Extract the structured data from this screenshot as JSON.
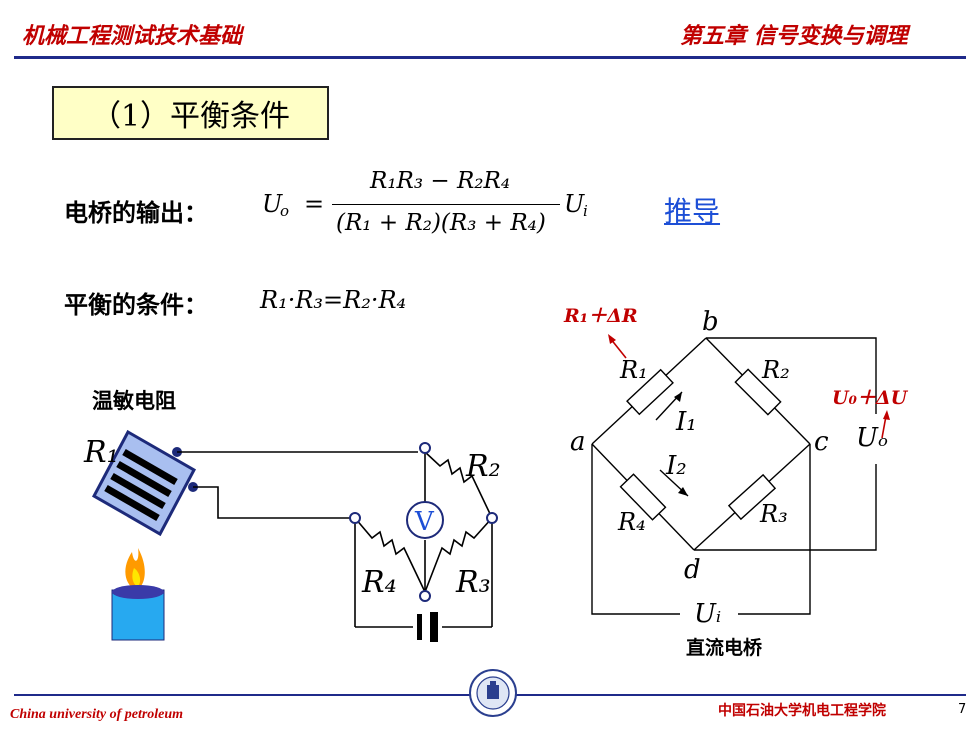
{
  "header": {
    "course_title": "机械工程测试技术基础",
    "chapter_title": "第五章 信号变换与调理"
  },
  "section_title": "（1）平衡条件",
  "output_label": "电桥的输出：",
  "formula": {
    "lhs": "U",
    "lhs_sub": "o",
    "eq": "=",
    "numerator": "R₁R₃ − R₂R₄",
    "denominator": "(R₁ + R₂)(R₃ + R₄)",
    "rhs": "U",
    "rhs_sub": "i"
  },
  "derive_link": "推导",
  "balance_label": "平衡的条件：",
  "balance_formula": "R₁·R₃=R₂·R₄",
  "left_diagram": {
    "title": "温敏电阻",
    "r1": "R₁",
    "r2": "R₂",
    "r3": "R₃",
    "r4": "R₄",
    "meter": "V"
  },
  "right_diagram": {
    "delta_r": "R₁＋ΔR",
    "delta_u": "U₀＋ΔU",
    "node_a": "a",
    "node_b": "b",
    "node_c": "c",
    "node_d": "d",
    "r1": "R₁",
    "r2": "R₂",
    "r3": "R₃",
    "r4": "R₄",
    "i1": "I₁",
    "i2": "I₂",
    "uo": "Uₒ",
    "ui": "Uᵢ",
    "caption": "直流电桥"
  },
  "footer": {
    "university": "China university of petroleum",
    "college": "中国石油大学机电工程学院",
    "page": "7"
  },
  "colors": {
    "accent_red": "#c00000",
    "rule_blue": "#1f2a8a",
    "title_box": "#ffffc6",
    "link_blue": "#1d4fd6"
  }
}
